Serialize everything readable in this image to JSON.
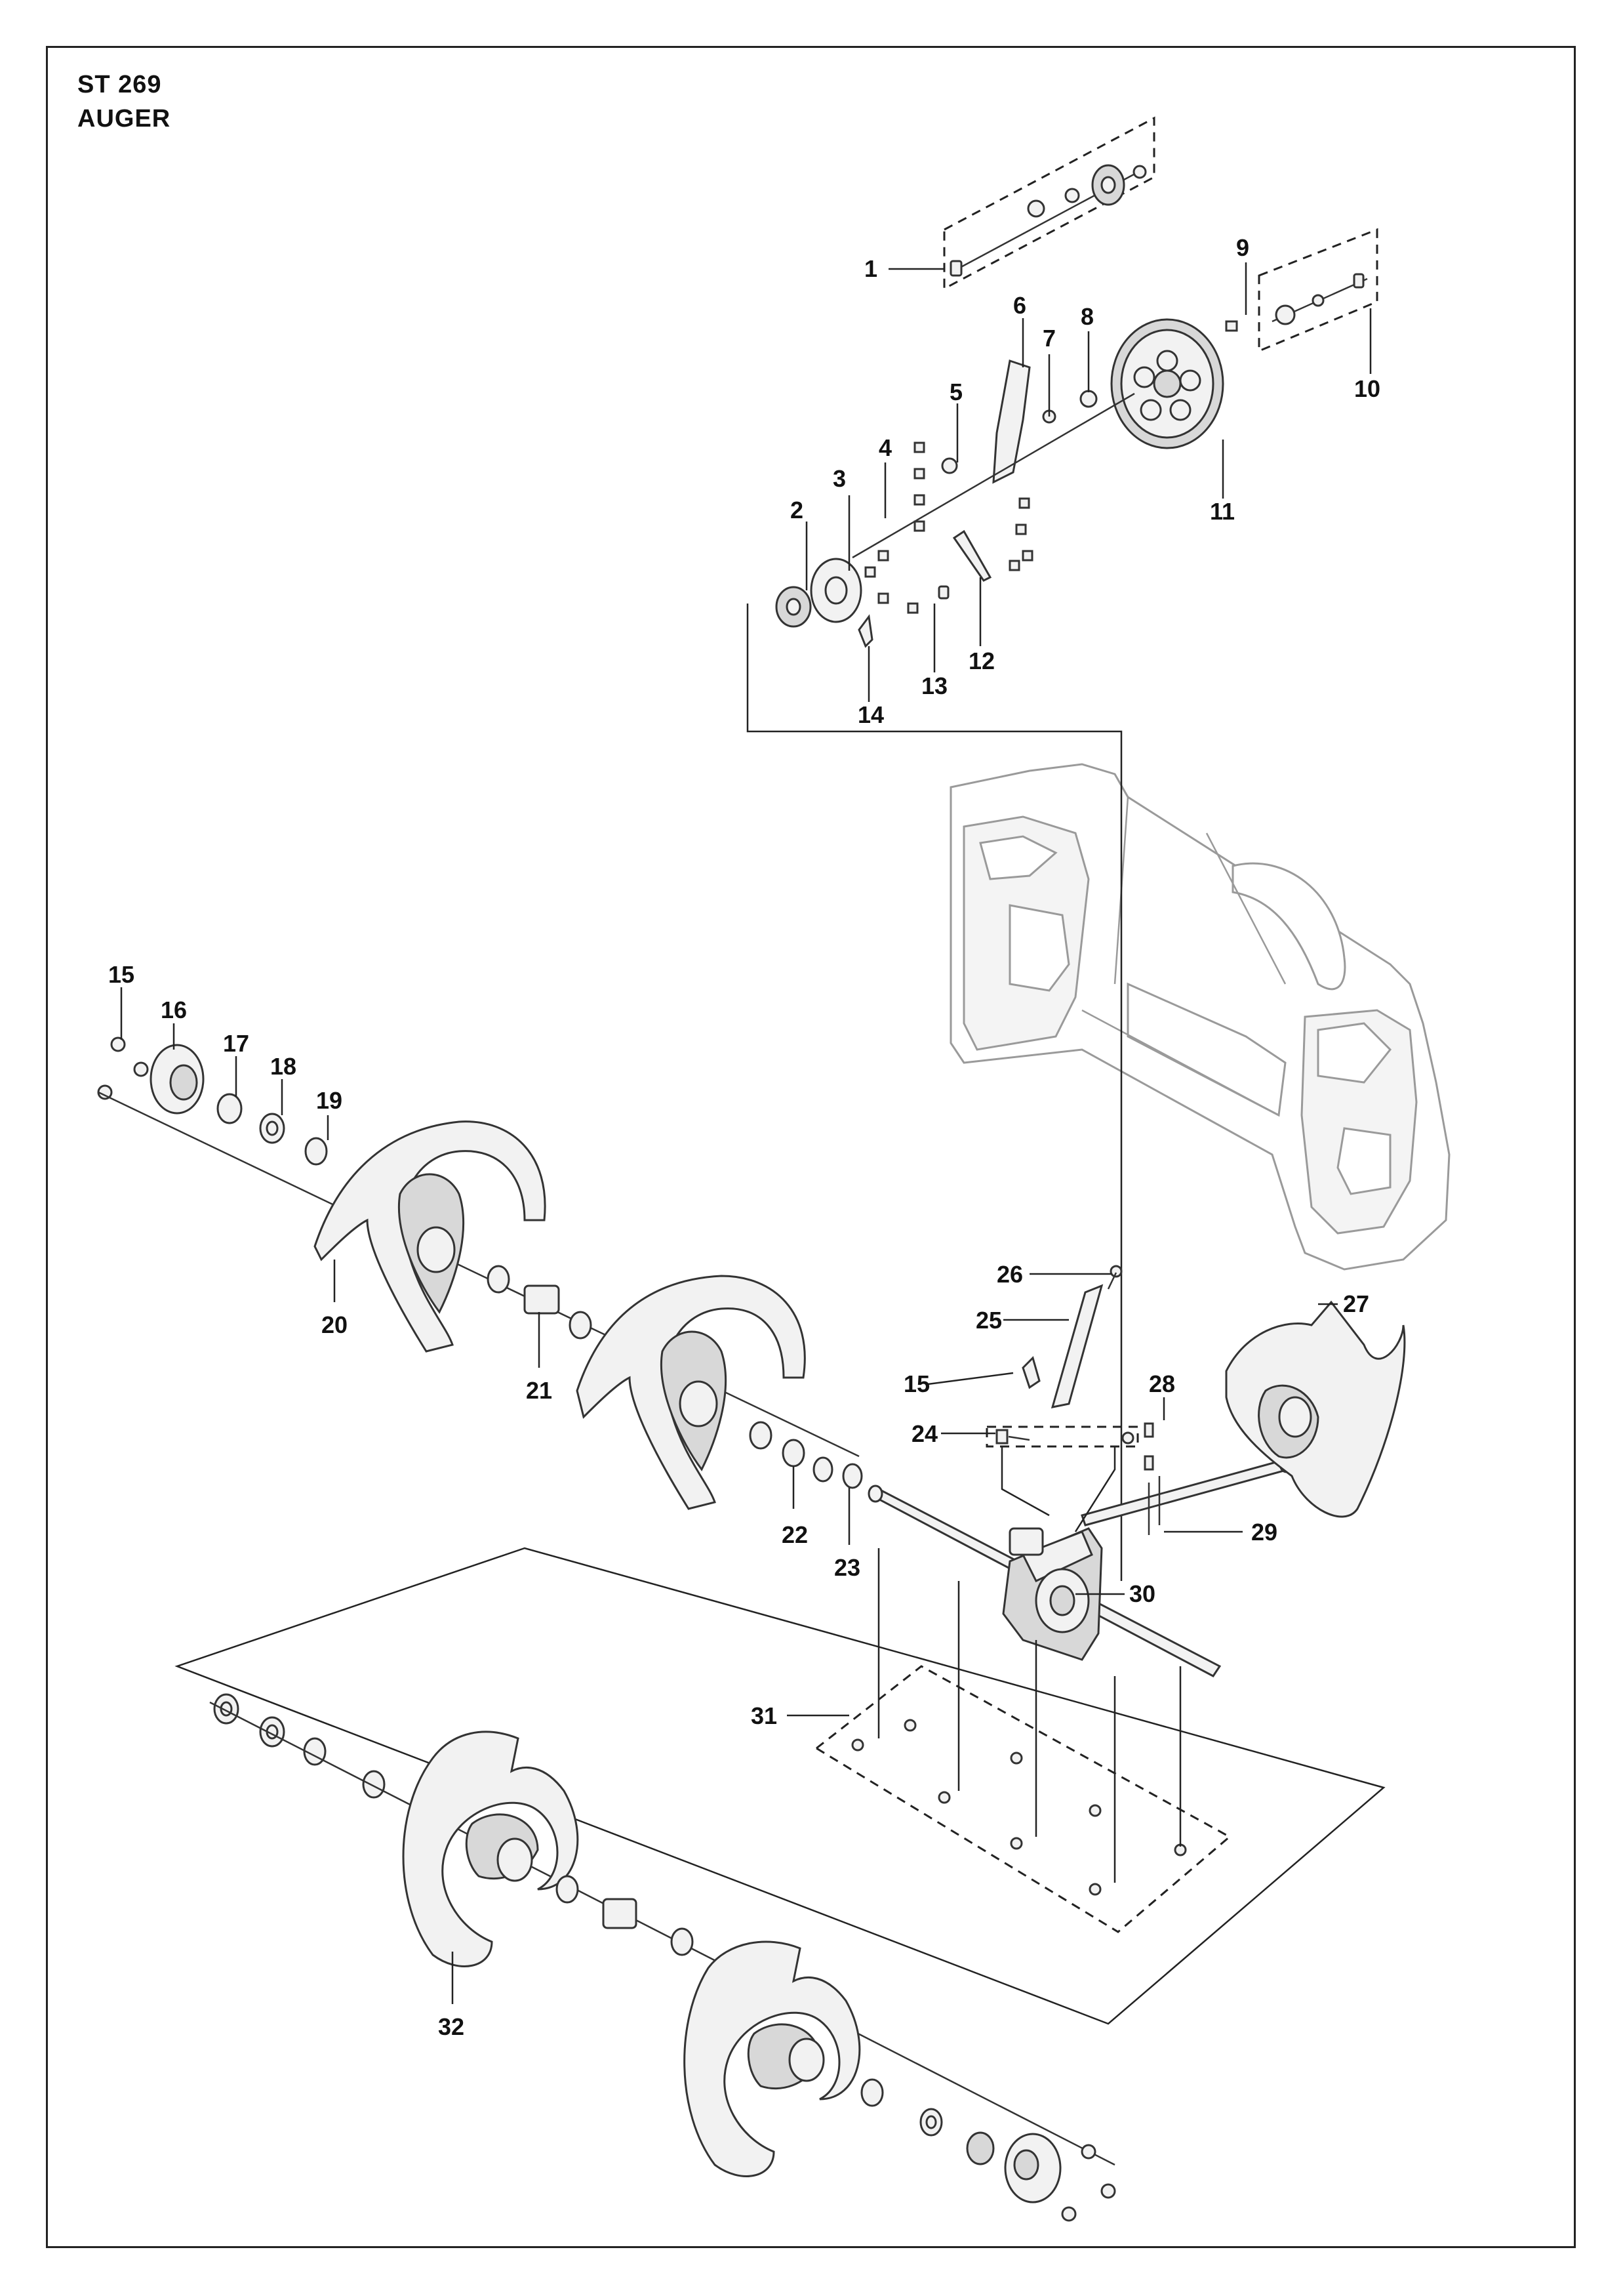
{
  "header": {
    "model": "ST 269",
    "section": "AUGER"
  },
  "callouts": [
    "1",
    "2",
    "3",
    "4",
    "5",
    "6",
    "7",
    "8",
    "9",
    "10",
    "11",
    "12",
    "13",
    "14",
    "15",
    "16",
    "17",
    "18",
    "19",
    "20",
    "21",
    "22",
    "15",
    "23",
    "24",
    "25",
    "26",
    "27",
    "28",
    "29",
    "30",
    "31",
    "32"
  ]
}
